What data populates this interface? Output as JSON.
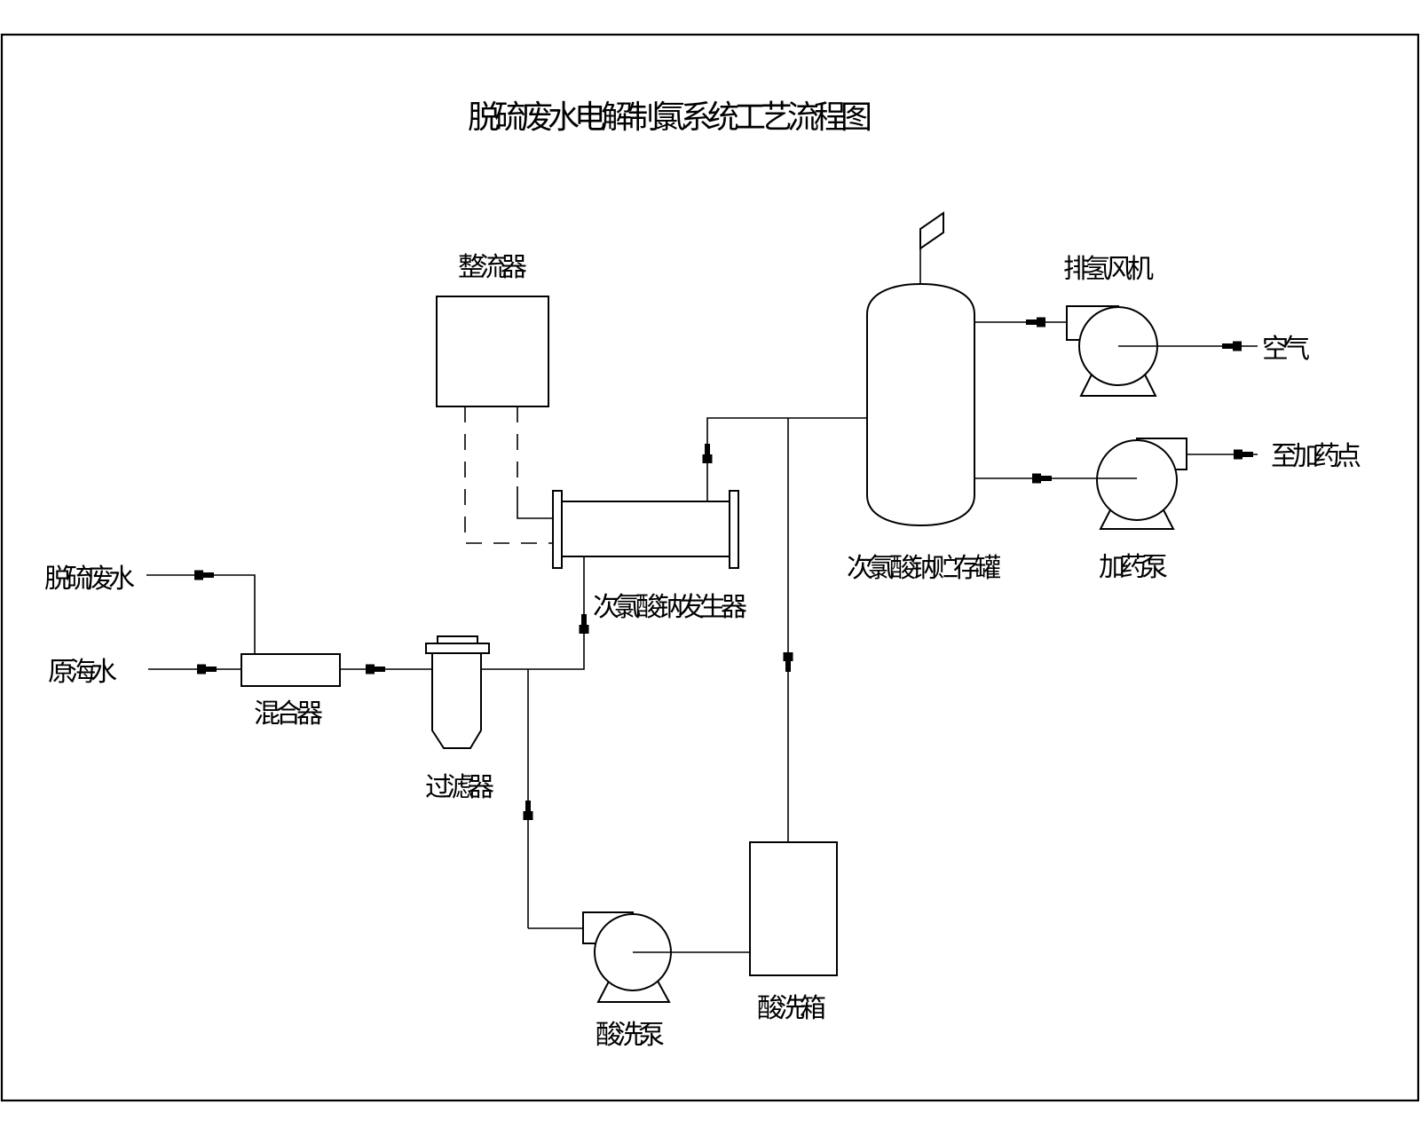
{
  "page": {
    "background": "#ffffff",
    "line_color": "#000000"
  },
  "title": "脱硫废水电解制氯系统工艺流程图",
  "equipment": {
    "rectifier": "整流器",
    "generator": "次氯酸钠发生器",
    "storage_tank": "次氯酸钠贮存罐",
    "hydrogen_fan": "排氢风机",
    "dosing_pump": "加药泵",
    "mixer": "混合器",
    "filter": "过滤器",
    "acid_pump": "酸洗泵",
    "acid_tank": "酸洗箱"
  },
  "streams": {
    "fgd_wastewater": "脱硫废水",
    "raw_seawater": "原海水",
    "air": "空气",
    "to_dosing_point": "至加药点"
  }
}
